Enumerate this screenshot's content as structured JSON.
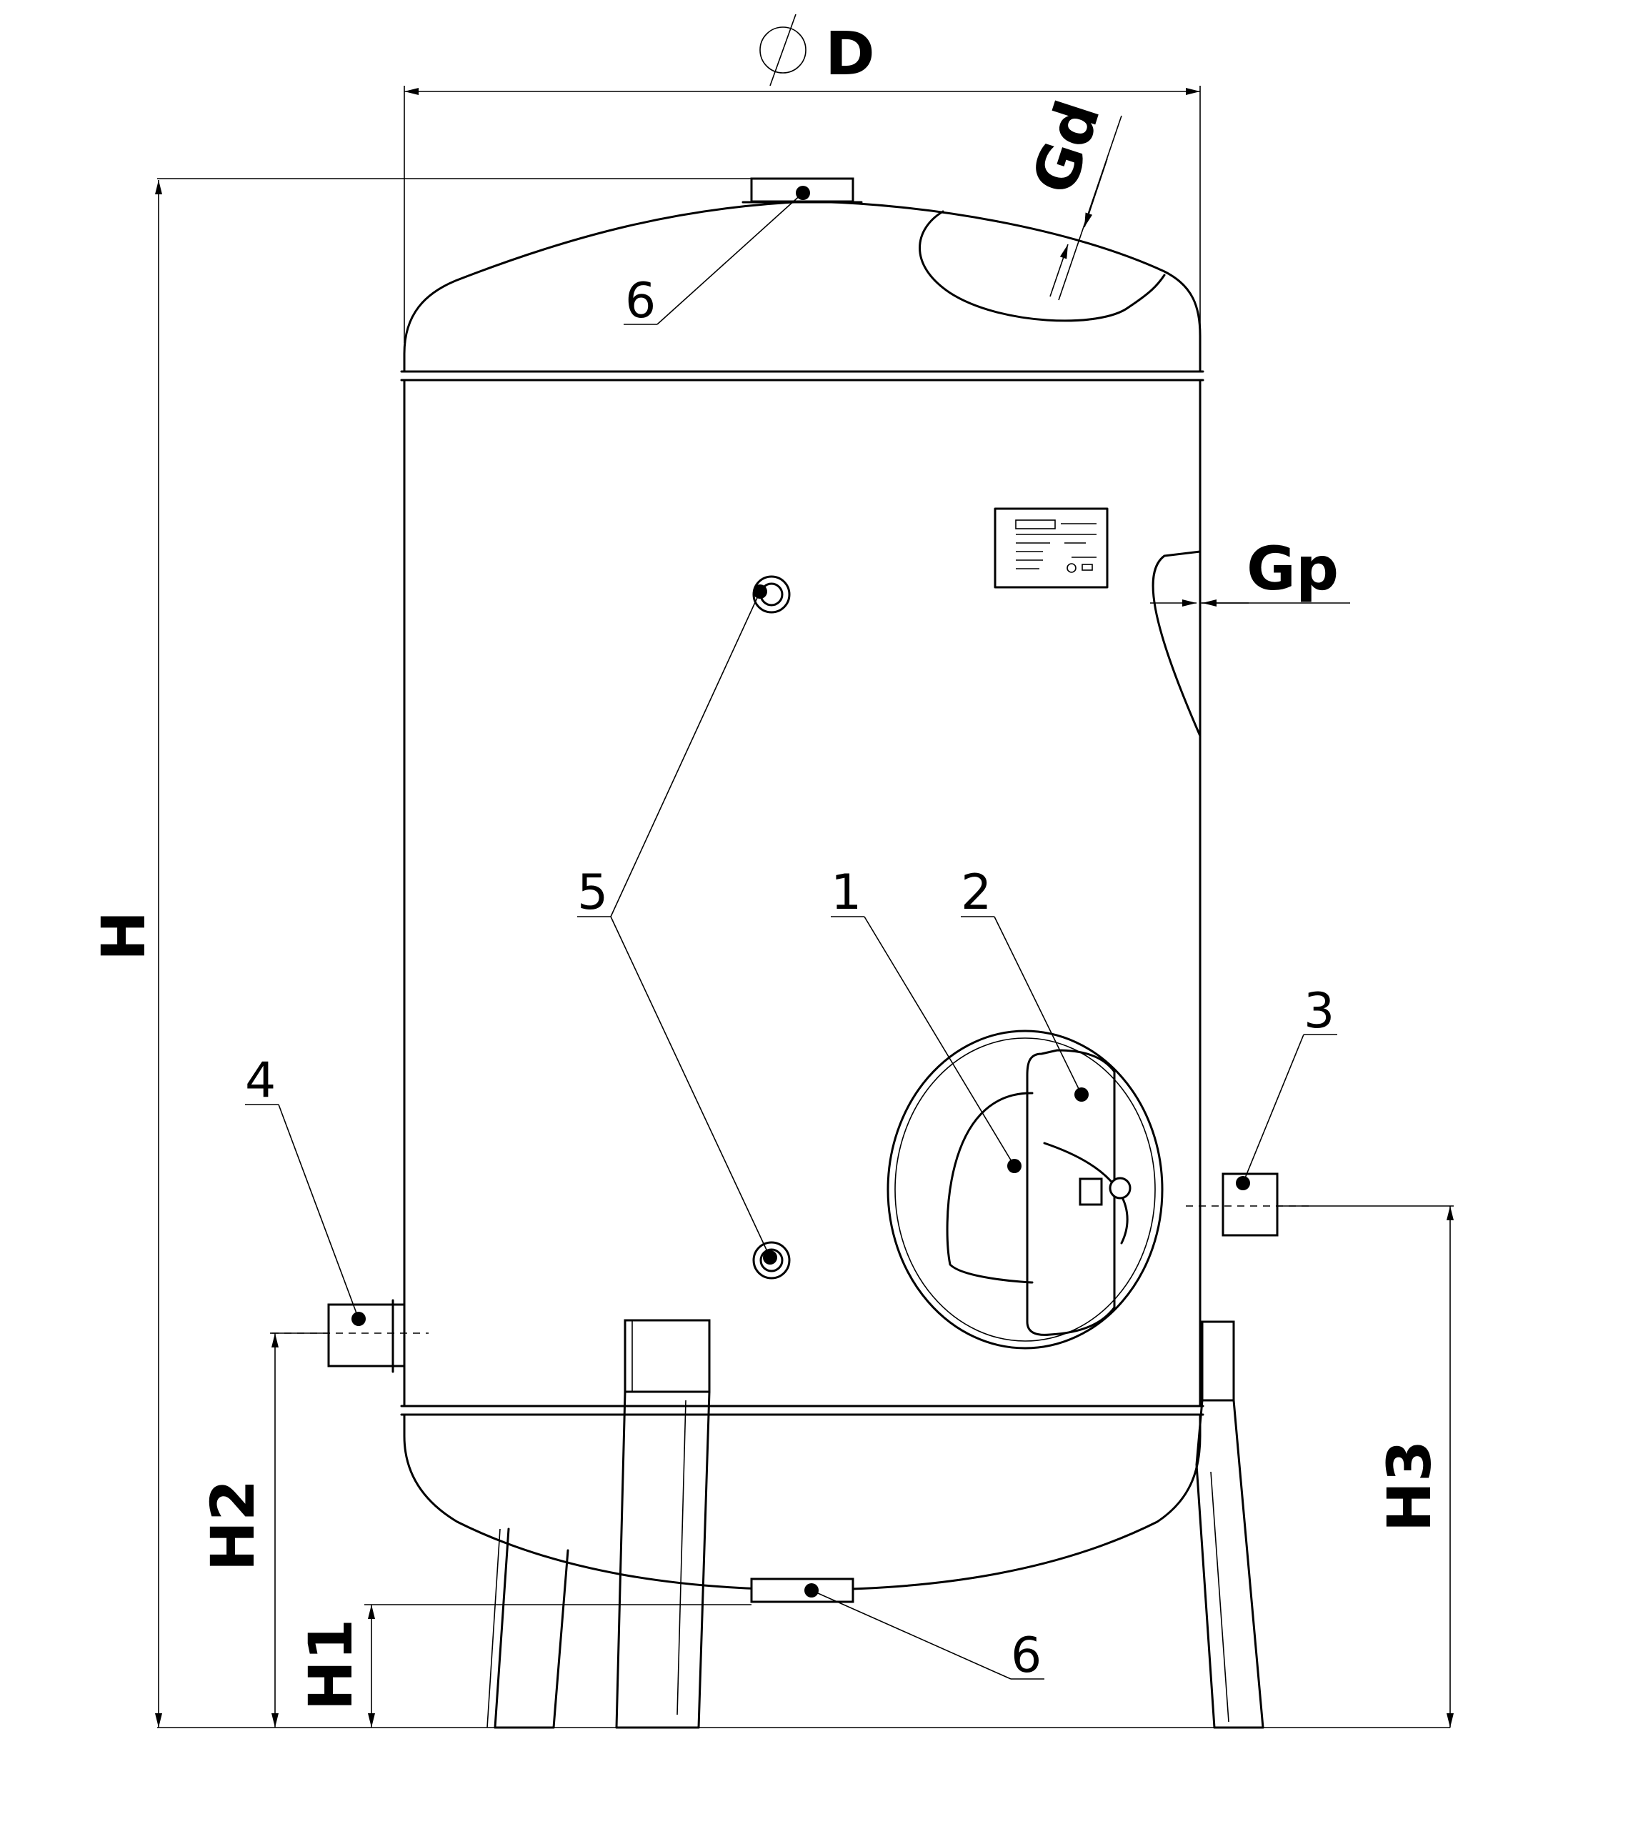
{
  "dimensions": {
    "diameter": "D",
    "height": "H",
    "h1": "H1",
    "h2": "H2",
    "h3": "H3",
    "gd": "Gd",
    "gp": "Gp"
  },
  "callouts": {
    "c1": "1",
    "c2": "2",
    "c3": "3",
    "c4": "4",
    "c5": "5",
    "c6_top": "6",
    "c6_bottom": "6"
  }
}
